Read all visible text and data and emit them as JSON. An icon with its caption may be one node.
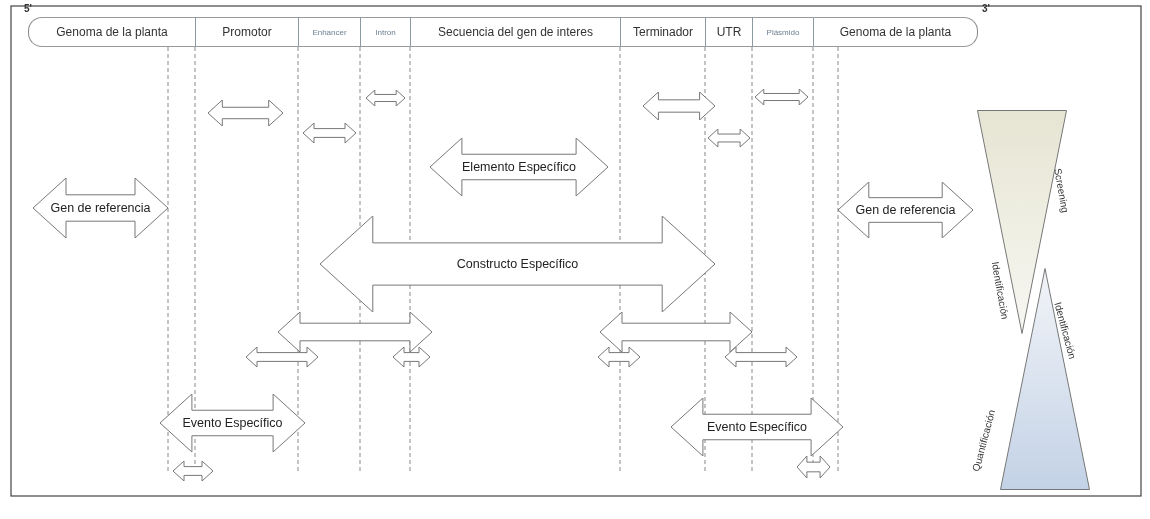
{
  "diagram": {
    "nodes": [
      {
        "text": [
          "Genoma de la planta"
        ]
      },
      {
        "text": [
          "Promotor"
        ]
      },
      {
        "text": [
          "Enhancer"
        ]
      },
      {
        "text": [
          "Intron"
        ]
      },
      {
        "text": [
          "Secuencia del gen de interes"
        ]
      },
      {
        "text": [
          "Terminador"
        ]
      },
      {
        "text": [
          "UTR"
        ]
      },
      {
        "text": [
          "Plásmido"
        ]
      },
      {
        "text": [
          "Genoma de la planta"
        ]
      },
      {
        "text": [],
        "shape": "arrow"
      },
      {
        "text": [],
        "shape": "arrow"
      },
      {
        "text": [],
        "shape": "arrow"
      },
      {
        "text": [],
        "shape": "arrow"
      },
      {
        "text": [],
        "shape": "arrow"
      },
      {
        "text": [],
        "shape": "arrow"
      },
      {
        "text": [
          "Elemento Específico"
        ]
      },
      {
        "text": [
          "Gen de referencia"
        ]
      },
      {
        "text": [
          "Gen de referencia"
        ]
      },
      {
        "text": [
          "Constructo Específico"
        ]
      },
      {
        "text": [],
        "shape": "arrow"
      },
      {
        "text": [],
        "shape": "arrow"
      },
      {
        "text": [],
        "shape": "arrow"
      },
      {
        "text": [],
        "shape": "arrow"
      },
      {
        "text": [],
        "shape": "arrow"
      },
      {
        "text": [],
        "shape": "arrow"
      },
      {
        "text": [
          "Evento Específico"
        ]
      },
      {
        "text": [
          "Evento Específico"
        ]
      },
      {
        "text": [],
        "shape": "arrow"
      },
      {
        "text": [],
        "shape": "arrow"
      },
      {
        "text": [],
        "shape": "triangle",
        "beside": [
          "Identificación",
          "Screening"
        ]
      },
      {
        "text": [],
        "shape": "triangle",
        "beside": [
          "Quantificación",
          "Identificación"
        ]
      }
    ],
    "labels": [
      "5'",
      "3'"
    ]
  }
}
